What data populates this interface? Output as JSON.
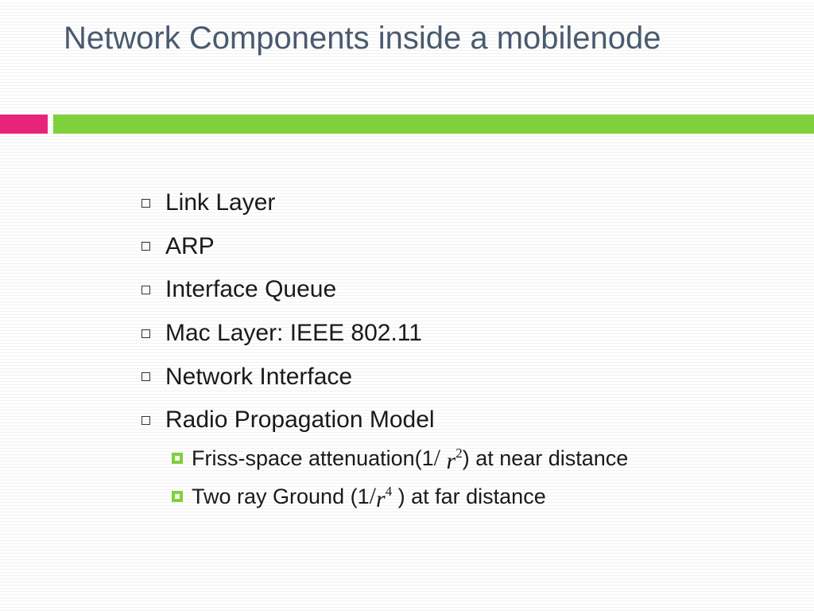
{
  "slide": {
    "title": "Network Components inside a mobilenode",
    "accent_colors": {
      "pink": "#e8247a",
      "green": "#7fd13b",
      "title_text": "#4a5a6e"
    },
    "bullet_marker_icon": "hollow-square-icon",
    "sub_bullet_marker_icon": "filled-square-bullet-icon",
    "bullets": [
      "Link Layer",
      "ARP",
      "Interface Queue",
      "Mac Layer: IEEE 802.11",
      "Network Interface",
      "Radio Propagation Model"
    ],
    "sub_bullets": [
      {
        "prefix": "Friss-space attenuation(1",
        "slash": "/",
        "variable": "r",
        "exponent": "2",
        "suffix": ") at near distance"
      },
      {
        "prefix": " Two ray Ground (1",
        "slash": "/",
        "variable": "r",
        "exponent": "4",
        "suffix": " ) at far distance"
      }
    ]
  }
}
